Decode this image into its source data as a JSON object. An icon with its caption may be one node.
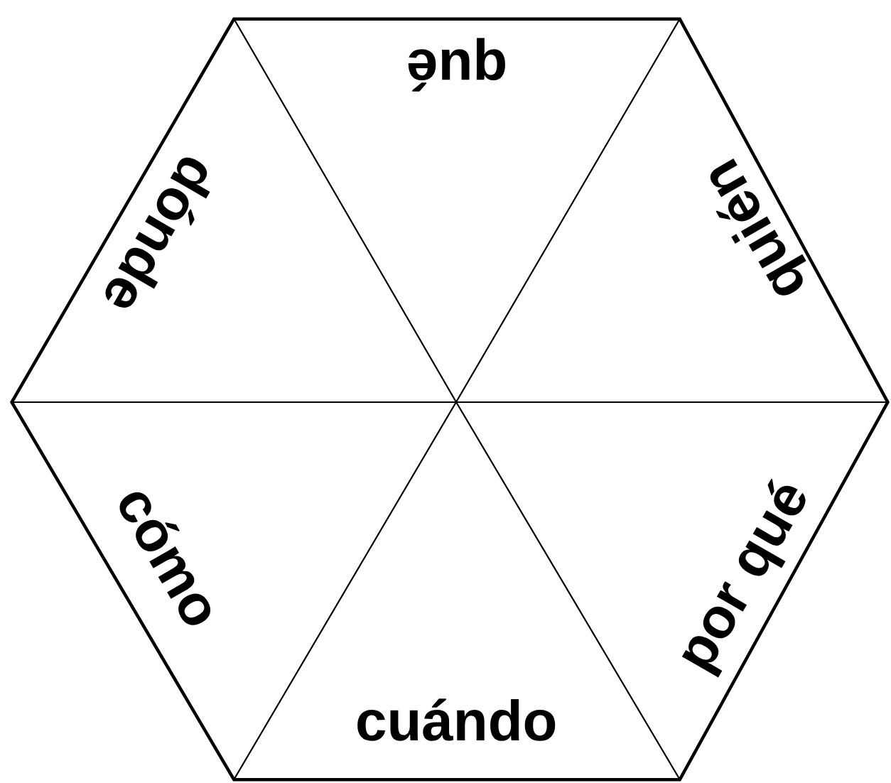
{
  "diagram": {
    "nodes": [
      {
        "text": [
          "qué"
        ]
      },
      {
        "text": [
          "dónde"
        ]
      },
      {
        "text": [
          "quién"
        ]
      },
      {
        "text": [
          "cómo"
        ]
      },
      {
        "text": [
          "por qué"
        ]
      },
      {
        "text": [
          "cuándo"
        ]
      }
    ]
  }
}
